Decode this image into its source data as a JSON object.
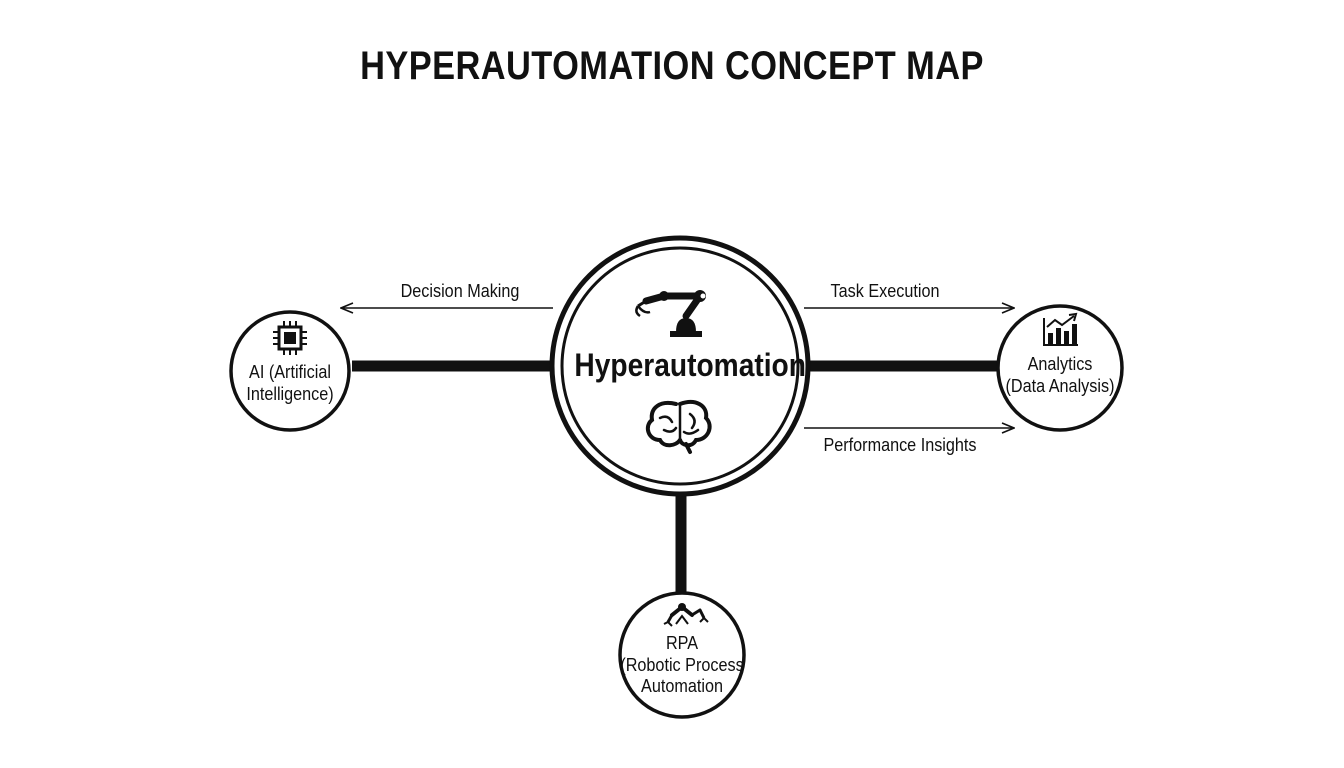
{
  "title": "HYPERAUTOMATION CONCEPT MAP",
  "center": {
    "label": "Hyperautomation",
    "icons": [
      "robot-arm-icon",
      "brain-icon"
    ]
  },
  "nodes": {
    "ai": {
      "line1": "AI (Artificial",
      "line2": "Intelligence)",
      "icon": "cpu-chip-icon"
    },
    "analytics": {
      "line1": "Analytics",
      "line2": "(Data Analysis)",
      "icon": "bar-chart-icon"
    },
    "rpa": {
      "line1": "RPA",
      "line2": "(Robotic Process",
      "line3": "Automation",
      "icon": "robot-arm-icon"
    }
  },
  "edges": {
    "decision_making": "Decision Making",
    "task_execution": "Task Execution",
    "performance_insights": "Performance Insights"
  },
  "colors": {
    "ink": "#111111",
    "background": "#ffffff"
  }
}
